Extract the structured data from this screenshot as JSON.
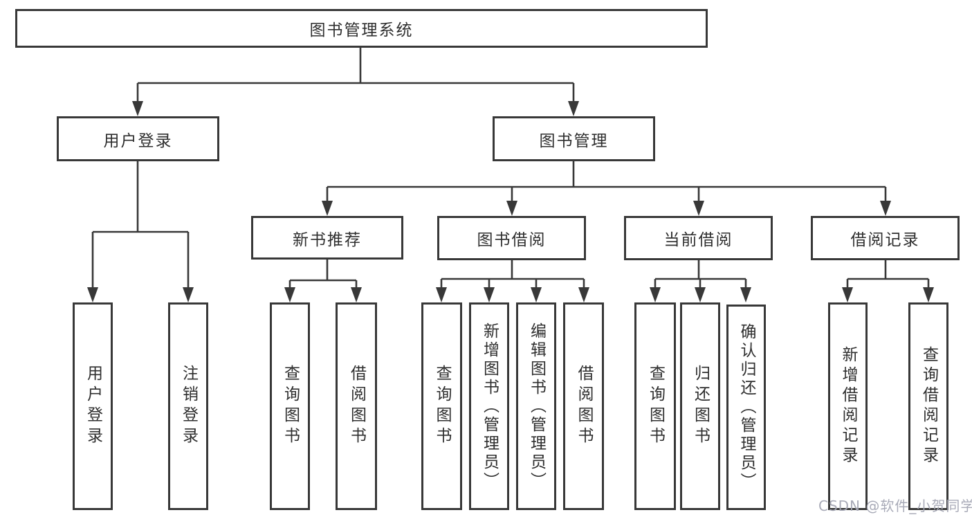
{
  "diagram_title": "图书管理系统",
  "nodes": {
    "root": {
      "label": "图书管理系统"
    },
    "user_login": {
      "label": "用户登录"
    },
    "book_management": {
      "label": "图书管理"
    },
    "new_book_recommend": {
      "label": "新书推荐"
    },
    "book_borrow": {
      "label": "图书借阅"
    },
    "current_borrow": {
      "label": "当前借阅"
    },
    "borrow_records": {
      "label": "借阅记录"
    },
    "leaf_user_login": {
      "label": "用户登录"
    },
    "leaf_logout": {
      "label": "注销登录"
    },
    "leaf_query_book_recommend": {
      "label": "查询图书"
    },
    "leaf_borrow_book_recommend": {
      "label": "借阅图书"
    },
    "leaf_query_book_borrow": {
      "label": "查询图书"
    },
    "leaf_add_book_admin": {
      "label": "新增图书（管理员）"
    },
    "leaf_edit_book_admin": {
      "label": "编辑图书（管理员）"
    },
    "leaf_borrow_book_borrow": {
      "label": "借阅图书"
    },
    "leaf_query_book_current": {
      "label": "查询图书"
    },
    "leaf_return_book": {
      "label": "归还图书"
    },
    "leaf_confirm_return_admin": {
      "label": "确认归还（管理员）"
    },
    "leaf_add_borrow_record": {
      "label": "新增借阅记录"
    },
    "leaf_query_borrow_record": {
      "label": "查询借阅记录"
    }
  },
  "watermark": {
    "text": "CSDN @软件_小贺同学",
    "color": "#a4a7b4"
  },
  "line_color": "#383838"
}
